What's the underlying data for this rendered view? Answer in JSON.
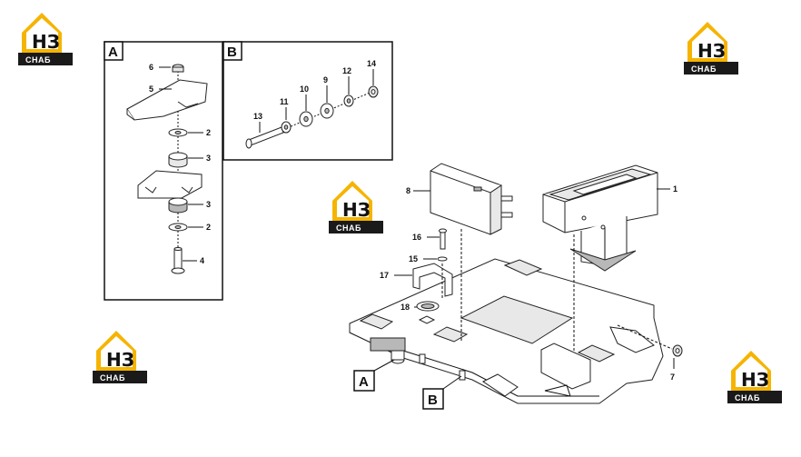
{
  "logo": {
    "mark": "НЗ",
    "caption": "СНАБ",
    "colors": {
      "accent": "#f5b400",
      "plate": "#1a1a1a"
    }
  },
  "panels": {
    "a": {
      "letter": "A"
    },
    "b": {
      "letter": "B"
    }
  },
  "callouts": {
    "a": "A",
    "b": "B"
  },
  "labels": {
    "p1": "1",
    "p2a": "2",
    "p2b": "2",
    "p3a": "3",
    "p3b": "3",
    "p4": "4",
    "p5": "5",
    "p6": "6",
    "p7": "7",
    "p8": "8",
    "p9": "9",
    "p10": "10",
    "p11": "11",
    "p12": "12",
    "p13": "13",
    "p14": "14",
    "p15": "15",
    "p16": "16",
    "p17": "17",
    "p18": "18"
  }
}
